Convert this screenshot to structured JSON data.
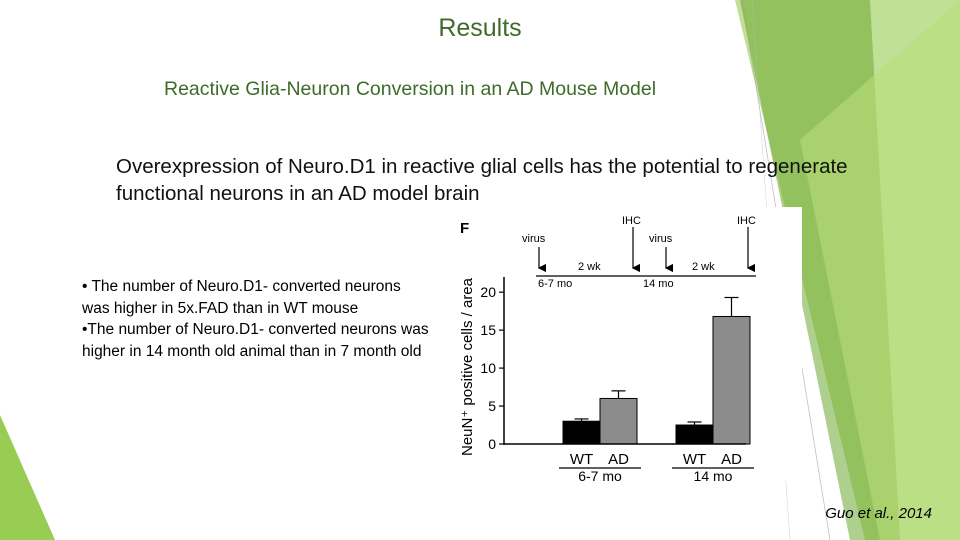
{
  "slide": {
    "title": "Results",
    "subtitle": "Reactive Glia-Neuron Conversion in an AD Mouse Model",
    "lead": "Overexpression of Neuro.D1 in reactive glial cells has the potential to regenerate functional neurons in an AD model brain",
    "bullets": [
      "• The number of Neuro.D1- converted neurons was higher in 5x.FAD than in WT mouse",
      "•The number of Neuro.D1- converted neurons was higher in 14 month old animal than in 7 month old"
    ],
    "citation": "Guo et al., 2014"
  },
  "colors": {
    "accent_green": "#8dc63f",
    "title_green": "#3f6b2a",
    "bar_wt": "#000000",
    "bar_ad": "#8c8c8c"
  },
  "figure": {
    "panel_label": "F",
    "timeline": {
      "virus_label_1": "virus",
      "virus_label_2": "virus",
      "ihc_label_1": "IHC",
      "ihc_label_2": "IHC",
      "interval_1": "2 wk",
      "interval_2": "2 wk",
      "age_1": "6-7 mo",
      "age_2": "14 mo"
    }
  },
  "chart_data": {
    "type": "bar",
    "ylabel": "NeuN⁺ positive cells / area",
    "ylim": [
      0,
      22
    ],
    "yticks": [
      0,
      5,
      10,
      15,
      20
    ],
    "groups": [
      {
        "name": "6-7 mo",
        "bars": [
          {
            "label": "WT",
            "value": 3.0,
            "error": 0.3
          },
          {
            "label": "AD",
            "value": 6.0,
            "error": 1.0
          }
        ]
      },
      {
        "name": "14 mo",
        "bars": [
          {
            "label": "WT",
            "value": 2.5,
            "error": 0.4
          },
          {
            "label": "AD",
            "value": 16.8,
            "error": 2.5
          }
        ]
      }
    ]
  }
}
